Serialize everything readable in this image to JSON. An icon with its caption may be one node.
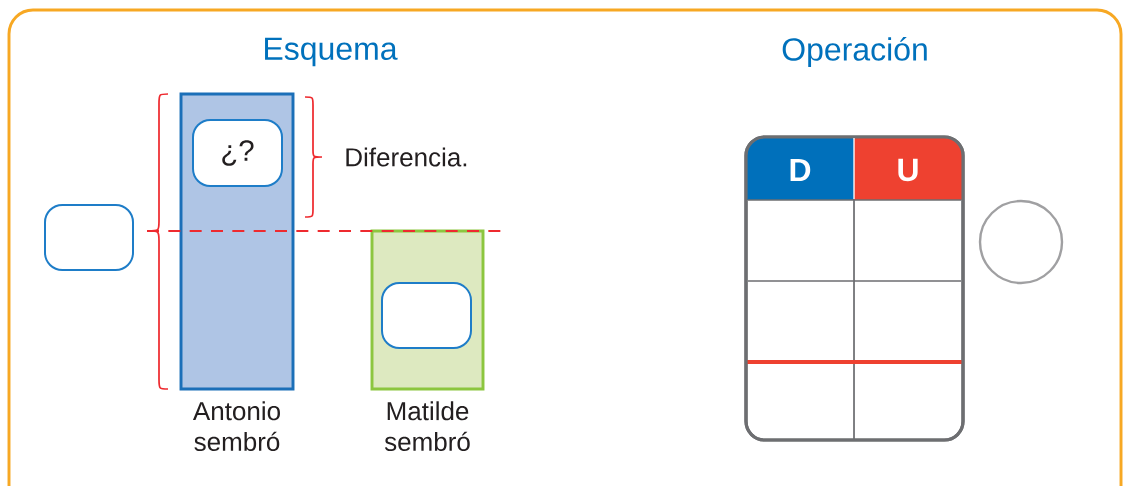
{
  "diagram": {
    "nodes": [
      {
        "text": [
          "Antonio sembró"
        ]
      },
      {
        "text": [
          "¿?"
        ],
        "in": 0
      },
      {
        "text": [],
        "shape": "box"
      },
      {
        "text": [
          "Matilde sembró"
        ]
      },
      {
        "text": [],
        "shape": "box",
        "in": 3
      },
      {
        "text": [],
        "shape": "circle"
      }
    ],
    "labels": [
      "Esquema",
      "Operación",
      "Diferencia.",
      "D",
      "U"
    ]
  }
}
